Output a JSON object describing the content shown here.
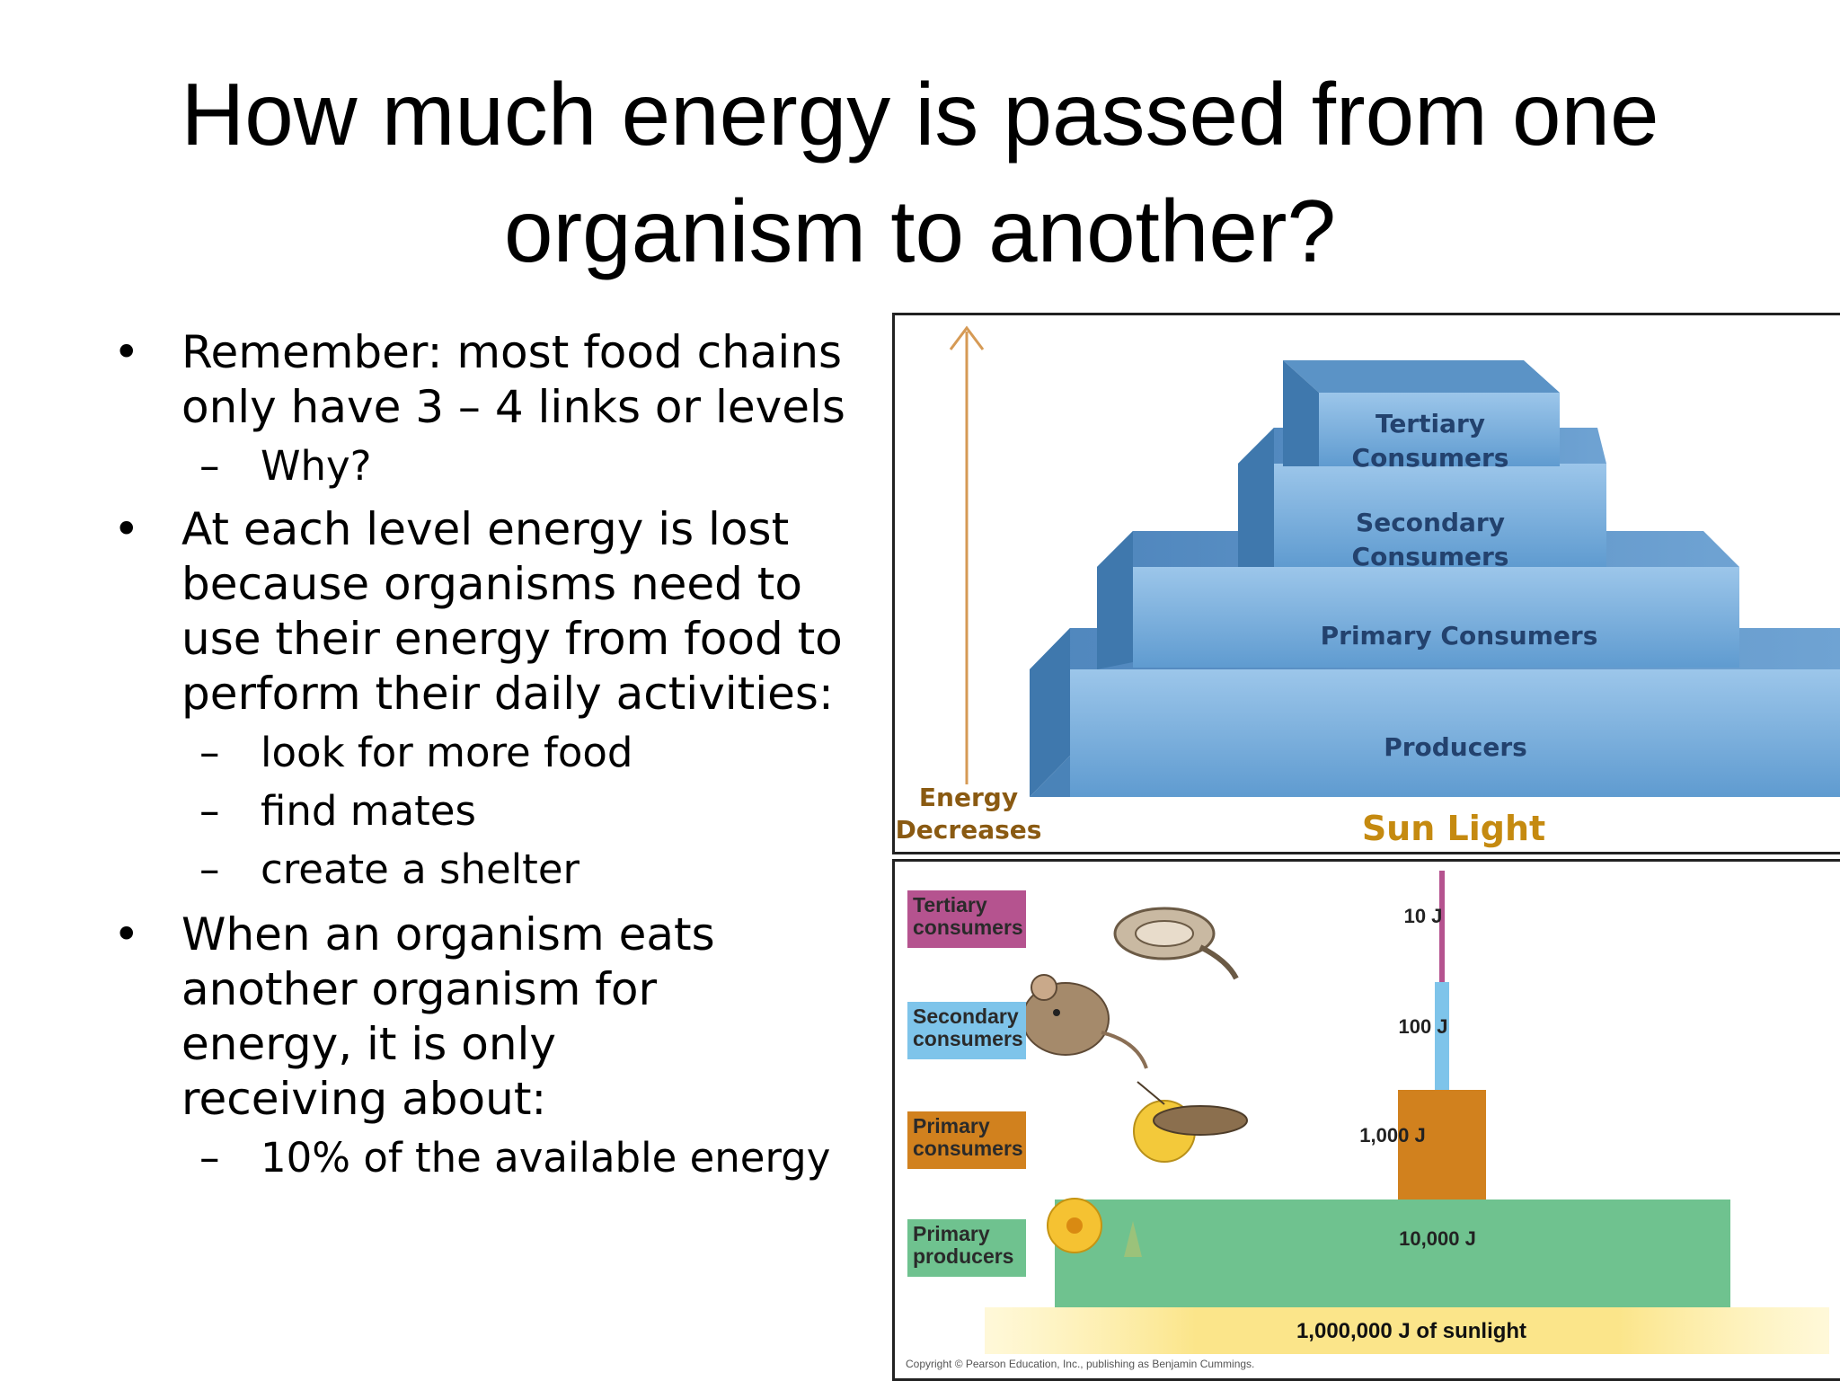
{
  "title": {
    "line1": "How much energy is passed from one",
    "line2": "organism to another?"
  },
  "bullets": [
    {
      "lines": [
        "Remember: most food chains",
        "only have 3 – 4 links or levels"
      ],
      "subs": [
        "Why?"
      ]
    },
    {
      "lines": [
        "At each level energy is lost",
        "because organisms need to",
        "use their energy from food to",
        "perform their daily activities:"
      ],
      "subs": [
        "look for more food",
        "find mates",
        "create a shelter"
      ]
    },
    {
      "lines": [
        "When an organism eats",
        "another organism for",
        "energy, it is only",
        "receiving about:"
      ],
      "subs": [
        "10% of the available energy"
      ]
    }
  ],
  "pyramid": {
    "levels": {
      "tertiary": [
        "Tertiary",
        "Consumers"
      ],
      "secondary": [
        "Secondary",
        "Consumers"
      ],
      "primary": "Primary Consumers",
      "producers": "Producers"
    },
    "energy_label": [
      "Energy",
      "Decreases"
    ],
    "base_label": "Sun Light",
    "colors": {
      "block_front": "#7fb1dd",
      "block_top": "#5b93c6",
      "block_side": "#3f78ad",
      "arrow": "#d69a55"
    }
  },
  "energy_chart": {
    "categories": [
      {
        "label": [
          "Tertiary",
          "consumers"
        ],
        "color": "#b5538f",
        "value_label": "10 J"
      },
      {
        "label": [
          "Secondary",
          "consumers"
        ],
        "color": "#7ec4ea",
        "value_label": "100 J"
      },
      {
        "label": [
          "Primary",
          "consumers"
        ],
        "color": "#d1811e",
        "value_label": "1,000 J"
      },
      {
        "label": [
          "Primary",
          "producers"
        ],
        "color": "#6fc28f",
        "value_label": "10,000 J"
      }
    ],
    "values": [
      10,
      100,
      1000,
      10000
    ],
    "sunlight_label": "1,000,000 J of sunlight",
    "copyright": "Copyright © Pearson Education, Inc., publishing as Benjamin Cummings."
  }
}
